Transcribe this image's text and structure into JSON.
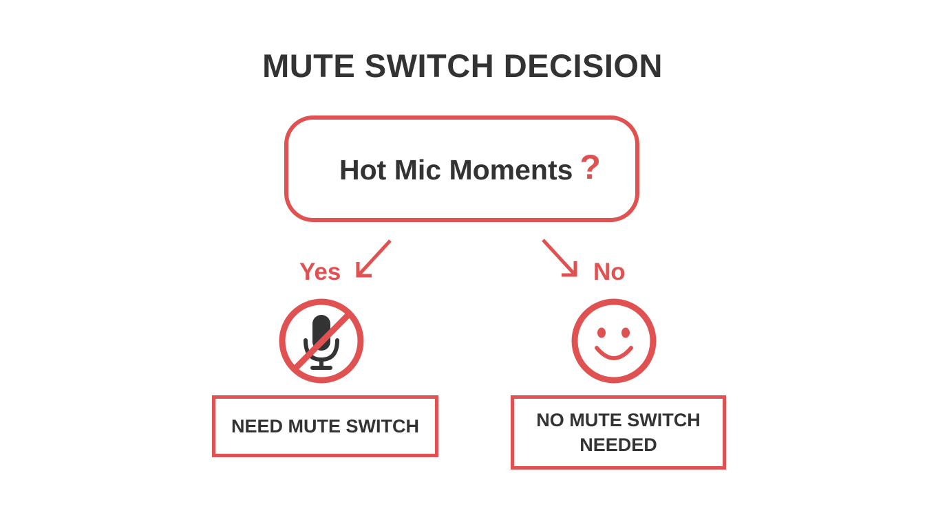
{
  "diagram": {
    "title": "MUTE SWITCH DECISION",
    "question": {
      "text": "Hot Mic Moments",
      "mark": "?"
    },
    "branches": [
      {
        "label": "Yes",
        "icon": "muted-microphone-icon",
        "outcome": "NEED MUTE SWITCH"
      },
      {
        "label": "No",
        "icon": "smiley-face-icon",
        "outcome_line1": "NO MUTE SWITCH",
        "outcome_line2": "NEEDED"
      }
    ],
    "colors": {
      "accent": "#e05252",
      "text": "#333333",
      "background": "#ffffff"
    }
  }
}
